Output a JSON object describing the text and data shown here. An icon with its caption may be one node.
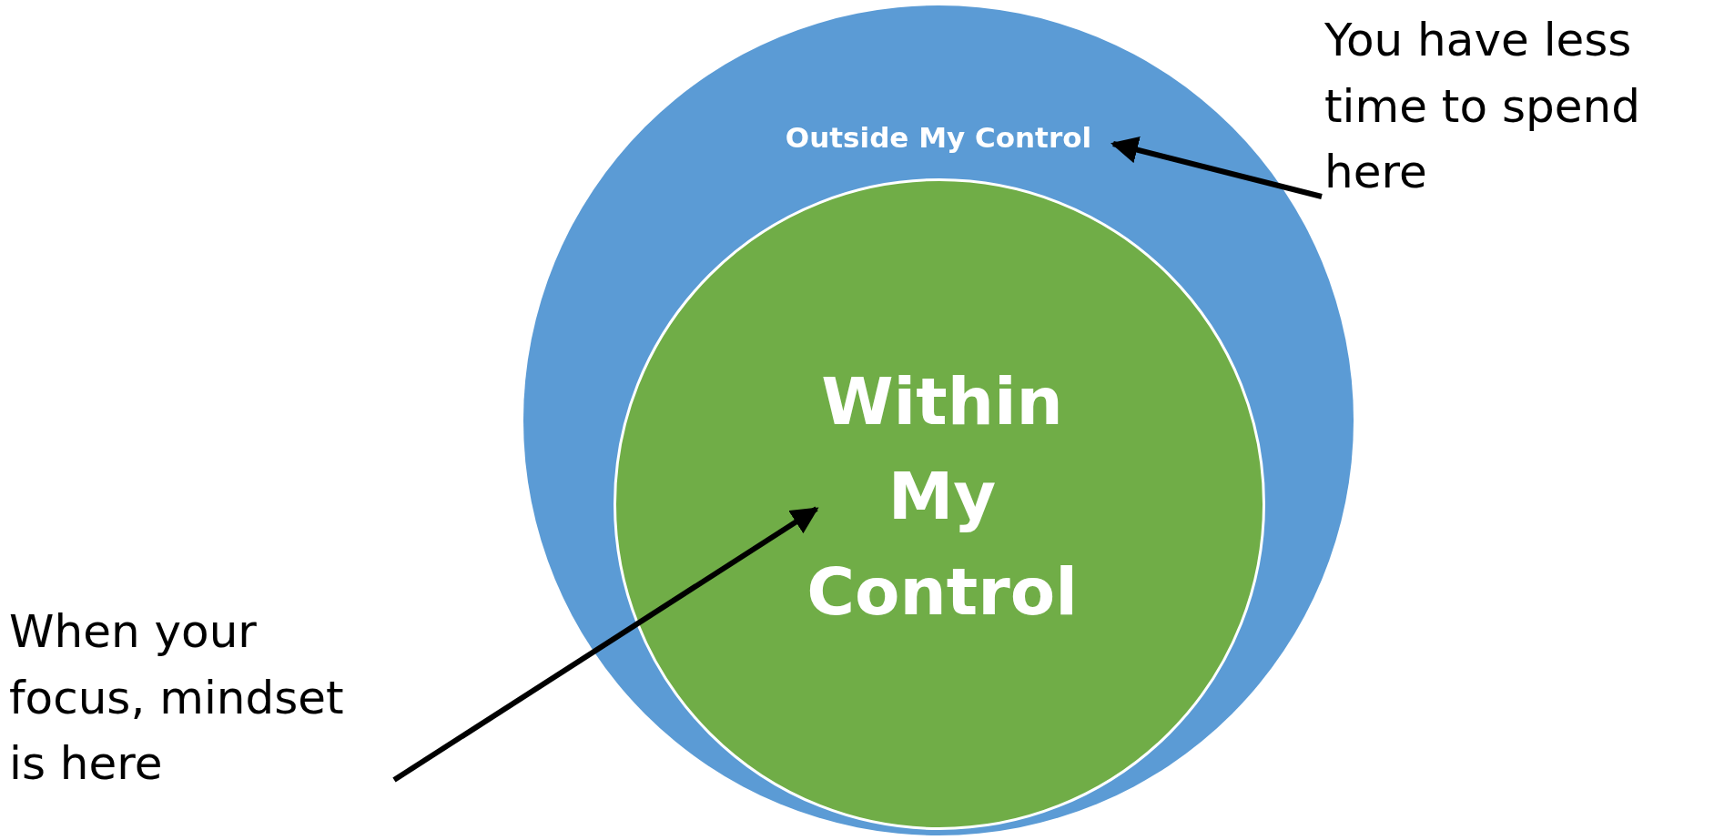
{
  "diagram": {
    "nodes": [
      {
        "text": [],
        "shape": "circle"
      },
      {
        "text": [
          "Outside My Control"
        ],
        "in": 0
      },
      {
        "text": [
          "Within My Control"
        ],
        "in": 0
      },
      {
        "text": [
          "You have less time to spend here"
        ]
      },
      {
        "text": [
          "When your focus, mindset is here"
        ]
      }
    ],
    "edges": [
      {
        "from": 3,
        "to": 1,
        "arrow": "to"
      },
      {
        "from": 4,
        "to": 2,
        "arrow": "to"
      }
    ]
  }
}
